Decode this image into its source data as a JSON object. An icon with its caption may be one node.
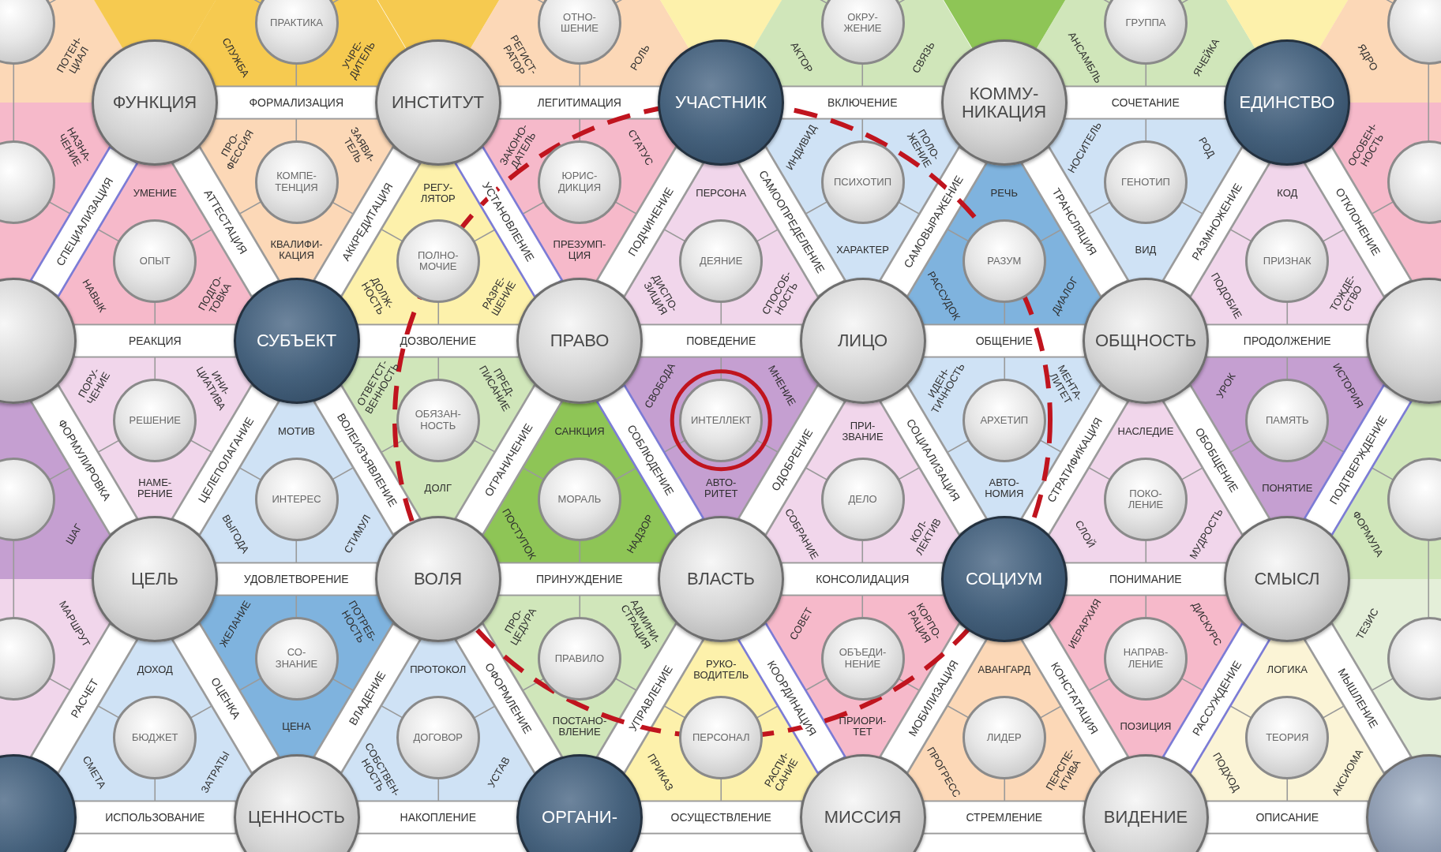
{
  "diagram": {
    "nodes": [
      {
        "text": [
          "ПОТЕН- ЦИАЛ"
        ]
      },
      {
        "text": [],
        "shape": "circle",
        "in": 0
      },
      {
        "text": [],
        "shape": "triangle"
      },
      {
        "text": [
          "СЛУЖБА",
          "УЧРЕ- ДИТЕЛЬ"
        ]
      },
      {
        "text": [
          "ПРАКТИКА"
        ],
        "in": 3
      },
      {
        "text": [],
        "shape": "triangle"
      },
      {
        "text": [
          "РЕГИСТ- РАТОР",
          "РОЛЬ"
        ]
      },
      {
        "text": [
          "ОТНО- ШЕНИЕ"
        ],
        "in": 6
      },
      {
        "text": [],
        "shape": "triangle"
      },
      {
        "text": [
          "АКТОР",
          "СВЯЗЬ"
        ]
      },
      {
        "text": [
          "ОКРУ- ЖЕНИЕ"
        ],
        "in": 9
      },
      {
        "text": [],
        "shape": "triangle"
      },
      {
        "text": [
          "АНСАМБЛЬ",
          "ЯЧЕЙКА"
        ]
      },
      {
        "text": [
          "ГРУППА"
        ],
        "in": 12
      },
      {
        "text": [],
        "shape": "triangle"
      },
      {
        "text": [
          "ЯДРО"
        ]
      },
      {
        "text": [],
        "shape": "circle",
        "in": 15
      },
      {
        "text": [
          "ФУНКЦИЯ"
        ]
      },
      {
        "text": [
          "ИНСТИТУТ"
        ]
      },
      {
        "text": [
          "УЧАСТНИК"
        ]
      },
      {
        "text": [
          "КОММУ- НИКАЦИЯ"
        ]
      },
      {
        "text": [
          "ЕДИНСТВО"
        ]
      },
      {
        "text": [
          "НАЗНА- ЧЕНИЕ"
        ]
      },
      {
        "text": [],
        "shape": "circle",
        "in": 22
      },
      {
        "text": [
          "УМЕНИЕ",
          "НАВЫК",
          "ПОДГО- ТОВКА"
        ]
      },
      {
        "text": [
          "ОПЫТ"
        ],
        "in": 24
      },
      {
        "text": [
          "ПРО- ФЕССИЯ",
          "ЗАЯВИ- ТЕЛЬ",
          "КВАЛИФИ- КАЦИЯ"
        ]
      },
      {
        "text": [
          "КОМПЕ- ТЕНЦИЯ"
        ],
        "in": 26
      },
      {
        "text": [
          "РЕГУ- ЛЯТОР",
          "ДОЛЖ- НОСТЬ",
          "РАЗРЕ- ШЕНИЕ"
        ]
      },
      {
        "text": [
          "ПОЛНО- МОЧИЕ"
        ],
        "in": 28
      },
      {
        "text": [
          "ЗАКОНО- ДАТЕЛЬ",
          "СТАТУС",
          "ПРЕЗУМП- ЦИЯ"
        ]
      },
      {
        "text": [
          "ЮРИС- ДИКЦИЯ"
        ],
        "in": 30
      },
      {
        "text": [
          "ПЕРСОНА",
          "ДИСПО- ЗИЦИЯ",
          "СПОСОБ- НОСТЬ"
        ]
      },
      {
        "text": [
          "ДЕЯНИЕ"
        ],
        "in": 32
      },
      {
        "text": [
          "ИНДИВИД",
          "ПОЛО- ЖЕНИЕ",
          "ХАРАКТЕР"
        ]
      },
      {
        "text": [
          "ПСИХОТИП"
        ],
        "in": 34
      },
      {
        "text": [
          "РЕЧЬ",
          "РАССУДОК",
          "ДИАЛОГ"
        ]
      },
      {
        "text": [
          "РАЗУМ"
        ],
        "in": 36
      },
      {
        "text": [
          "НОСИТЕЛЬ",
          "РОД",
          "ВИД"
        ]
      },
      {
        "text": [
          "ГЕНОТИП"
        ],
        "in": 38
      },
      {
        "text": [
          "КОД",
          "ПОДОБИЕ",
          "ТОЖДЕ- СТВО"
        ]
      },
      {
        "text": [
          "ПРИЗНАК"
        ],
        "in": 40
      },
      {
        "text": [
          "ОСОБЕН- НОСТЬ"
        ]
      },
      {
        "text": [],
        "shape": "circle",
        "in": 42
      },
      {
        "text": [],
        "shape": "circle"
      },
      {
        "text": [
          "СУБЪЕКТ"
        ]
      },
      {
        "text": [
          "ПРАВО"
        ]
      },
      {
        "text": [
          "ЛИЦО"
        ]
      },
      {
        "text": [
          "ОБЩНОСТЬ"
        ]
      },
      {
        "text": [],
        "shape": "circle"
      },
      {
        "text": [
          "ШАГ"
        ]
      },
      {
        "text": [],
        "shape": "circle",
        "in": 50
      },
      {
        "text": [
          "ПОРУ- ЧЕНИЕ",
          "ИНИ- ЦИАТИВА",
          "НАМЕ- РЕНИЕ"
        ]
      },
      {
        "text": [
          "РЕШЕНИЕ"
        ],
        "in": 52
      },
      {
        "text": [
          "МОТИВ",
          "ВЫГОДА",
          "СТИМУЛ"
        ]
      },
      {
        "text": [
          "ИНТЕРЕС"
        ],
        "in": 54
      },
      {
        "text": [
          "ОТВЕТСТ- ВЕННОСТЬ",
          "ПРЕД- ПИСАНИЕ",
          "ДОЛГ"
        ]
      },
      {
        "text": [
          "ОБЯЗАН- НОСТЬ"
        ],
        "in": 56
      },
      {
        "text": [
          "САНКЦИЯ",
          "ПОСТУПОК",
          "НАДЗОР"
        ]
      },
      {
        "text": [
          "МОРАЛЬ"
        ],
        "in": 58
      },
      {
        "text": [
          "СВОБОДА",
          "МНЕНИЕ",
          "АВТО- РИТЕТ"
        ]
      },
      {
        "text": [
          "ИНТЕЛЛЕКТ"
        ],
        "in": 60
      },
      {
        "text": [
          "ПРИ- ЗВАНИЕ",
          "СОБРАНИЕ",
          "КОЛ- ЛЕКТИВ"
        ]
      },
      {
        "text": [
          "ДЕЛО"
        ],
        "in": 62
      },
      {
        "text": [
          "ИДЕН- ТИЧНОСТЬ",
          "МЕНТА- ЛИТЕТ",
          "АВТО- НОМИЯ"
        ]
      },
      {
        "text": [
          "АРХЕТИП"
        ],
        "in": 64
      },
      {
        "text": [
          "НАСЛЕДИЕ",
          "СЛОЙ",
          "МУДРОСТЬ"
        ]
      },
      {
        "text": [
          "ПОКО- ЛЕНИЕ"
        ],
        "in": 66
      },
      {
        "text": [
          "УРОК",
          "ИСТОРИЯ",
          "ПОНЯТИЕ"
        ]
      },
      {
        "text": [
          "ПАМЯТЬ"
        ],
        "in": 68
      },
      {
        "text": [
          "ФОРМУЛА"
        ]
      },
      {
        "text": [],
        "shape": "circle",
        "in": 70
      },
      {
        "text": [
          "ЦЕЛЬ"
        ]
      },
      {
        "text": [
          "ВОЛЯ"
        ]
      },
      {
        "text": [
          "ВЛАСТЬ"
        ]
      },
      {
        "text": [
          "СОЦИУМ"
        ]
      },
      {
        "text": [
          "СМЫСЛ"
        ]
      },
      {
        "text": [
          "МАРШРУТ"
        ]
      },
      {
        "text": [],
        "shape": "circle",
        "in": 77
      },
      {
        "text": [
          "ДОХОД",
          "СМЕТА",
          "ЗАТРАТЫ"
        ]
      },
      {
        "text": [
          "БЮДЖЕТ"
        ],
        "in": 79
      },
      {
        "text": [
          "ЖЕЛАНИЕ",
          "ПОТРЕБ- НОСТЬ",
          "ЦЕНА"
        ]
      },
      {
        "text": [
          "СО- ЗНАНИЕ"
        ],
        "in": 81
      },
      {
        "text": [
          "ПРОТОКОЛ",
          "СОБСТВЕН- НОСТЬ",
          "УСТАВ"
        ]
      },
      {
        "text": [
          "ДОГОВОР"
        ],
        "in": 83
      },
      {
        "text": [
          "ПРО- ЦЕДУРА",
          "АДМИНИ- СТРАЦИЯ",
          "ПОСТАНО- ВЛЕНИЕ"
        ]
      },
      {
        "text": [
          "ПРАВИЛО"
        ],
        "in": 85
      },
      {
        "text": [
          "РУКО- ВОДИТЕЛЬ",
          "ПРИКАЗ",
          "РАСПИ- САНИЕ"
        ]
      },
      {
        "text": [
          "ПЕРСОНАЛ"
        ],
        "in": 87
      },
      {
        "text": [
          "СОВЕТ",
          "КОРПО- РАЦИЯ",
          "ПРИОРИ- ТЕТ"
        ]
      },
      {
        "text": [
          "ОБЪЕДИ- НЕНИЕ"
        ],
        "in": 89
      },
      {
        "text": [
          "АВАНГАРД",
          "ПРОГРЕСС",
          "ПЕРСПЕ- КТИВА"
        ]
      },
      {
        "text": [
          "ЛИДЕР"
        ],
        "in": 91
      },
      {
        "text": [
          "ИЕРАРХИЯ",
          "ДИСКУРС",
          "ПОЗИЦИЯ"
        ]
      },
      {
        "text": [
          "НАПРАВ- ЛЕНИЕ"
        ],
        "in": 93
      },
      {
        "text": [
          "ЛОГИКА",
          "ПОДХОД",
          "АКСИОМА"
        ]
      },
      {
        "text": [
          "ТЕОРИЯ"
        ],
        "in": 95
      },
      {
        "text": [
          "ТЕЗИС"
        ]
      },
      {
        "text": [],
        "shape": "circle",
        "in": 97
      },
      {
        "text": [],
        "shape": "circle"
      },
      {
        "text": [
          "ЦЕННОСТЬ"
        ]
      },
      {
        "text": [
          "ОРГАНИ-"
        ]
      },
      {
        "text": [
          "МИССИЯ"
        ]
      },
      {
        "text": [
          "ВИДЕНИЕ"
        ]
      },
      {
        "text": [],
        "shape": "circle"
      }
    ],
    "edges": [
      {
        "from": 17,
        "to": 18,
        "arrow": "none",
        "label": "ФОРМАЛИЗАЦИЯ"
      },
      {
        "from": 18,
        "to": 19,
        "arrow": "none",
        "label": "ЛЕГИТИМАЦИЯ"
      },
      {
        "from": 19,
        "to": 20,
        "arrow": "none",
        "label": "ВКЛЮЧЕНИЕ"
      },
      {
        "from": 20,
        "to": 21,
        "arrow": "none",
        "label": "СОЧЕТАНИЕ"
      },
      {
        "from": 44,
        "to": 45,
        "arrow": "none",
        "label": "РЕАКЦИЯ"
      },
      {
        "from": 45,
        "to": 46,
        "arrow": "none",
        "label": "ДОЗВОЛЕНИЕ"
      },
      {
        "from": 46,
        "to": 47,
        "arrow": "none",
        "label": "ПОВЕДЕНИЕ"
      },
      {
        "from": 47,
        "to": 48,
        "arrow": "none",
        "label": "ОБЩЕНИЕ"
      },
      {
        "from": 48,
        "to": 49,
        "arrow": "none",
        "label": "ПРОДОЛЖЕНИЕ"
      },
      {
        "from": 17,
        "to": 44,
        "arrow": "none",
        "label": "СПЕЦИАЛИЗАЦИЯ",
        "color": "#7b7bd6"
      },
      {
        "from": 17,
        "to": 45,
        "arrow": "none",
        "label": "АТТЕСТАЦИЯ"
      },
      {
        "from": 18,
        "to": 45,
        "arrow": "none",
        "label": "АККРЕДИТАЦИЯ"
      },
      {
        "from": 18,
        "to": 46,
        "arrow": "none",
        "label": "УСТАНОВЛЕНИЕ",
        "color": "#7b7bd6"
      },
      {
        "from": 19,
        "to": 46,
        "arrow": "none",
        "label": "ПОДЧИНЕНИЕ"
      },
      {
        "from": 19,
        "to": 47,
        "arrow": "none",
        "label": "САМООПРЕДЕЛЕНИЕ"
      },
      {
        "from": 20,
        "to": 47,
        "arrow": "none",
        "label": "САМОВЫРАЖЕНИЕ"
      },
      {
        "from": 20,
        "to": 48,
        "arrow": "none",
        "label": "ТРАНСЛЯЦИЯ"
      },
      {
        "from": 21,
        "to": 48,
        "arrow": "none",
        "label": "РАЗМНОЖЕНИЕ"
      },
      {
        "from": 21,
        "to": 49,
        "arrow": "none",
        "label": "ОТКЛОНЕНИЕ"
      },
      {
        "from": 44,
        "to": 72,
        "arrow": "none",
        "label": "ФОРМУЛИРОВКА"
      },
      {
        "from": 45,
        "to": 72,
        "arrow": "none",
        "label": "ЦЕЛЕПОЛАГАНИЕ"
      },
      {
        "from": 45,
        "to": 73,
        "arrow": "none",
        "label": "ВОЛЕИЗЪЯВЛЕНИЕ"
      },
      {
        "from": 46,
        "to": 73,
        "arrow": "none",
        "label": "ОГРАНИЧЕНИЕ"
      },
      {
        "from": 46,
        "to": 74,
        "arrow": "none",
        "label": "СОБЛЮДЕНИЕ",
        "color": "#7b7bd6"
      },
      {
        "from": 47,
        "to": 74,
        "arrow": "none",
        "label": "ОДОБРЕНИЕ"
      },
      {
        "from": 47,
        "to": 75,
        "arrow": "none",
        "label": "СОЦИАЛИЗАЦИЯ"
      },
      {
        "from": 48,
        "to": 75,
        "arrow": "none",
        "label": "СТРАТИФИКАЦИЯ"
      },
      {
        "from": 48,
        "to": 76,
        "arrow": "none",
        "label": "ОБОБЩЕНИЕ"
      },
      {
        "from": 49,
        "to": 76,
        "arrow": "none",
        "label": "ПОДТВЕРЖДЕНИЕ",
        "color": "#7b7bd6"
      },
      {
        "from": 72,
        "to": 73,
        "arrow": "none",
        "label": "УДОВЛЕТВОРЕНИЕ"
      },
      {
        "from": 73,
        "to": 74,
        "arrow": "none",
        "label": "ПРИНУЖДЕНИЕ"
      },
      {
        "from": 74,
        "to": 75,
        "arrow": "none",
        "label": "КОНСОЛИДАЦИЯ"
      },
      {
        "from": 75,
        "to": 76,
        "arrow": "none",
        "label": "ПОНИМАНИЕ"
      },
      {
        "from": 72,
        "to": 99,
        "arrow": "none",
        "label": "РАСЧЕТ"
      },
      {
        "from": 72,
        "to": 100,
        "arrow": "none",
        "label": "ОЦЕНКА"
      },
      {
        "from": 73,
        "to": 100,
        "arrow": "none",
        "label": "ВЛАДЕНИЕ"
      },
      {
        "from": 73,
        "to": 101,
        "arrow": "none",
        "label": "ОФОРМЛЕНИЕ"
      },
      {
        "from": 74,
        "to": 101,
        "arrow": "none",
        "label": "УПРАВЛЕНИЕ"
      },
      {
        "from": 74,
        "to": 102,
        "arrow": "none",
        "label": "КООРДИНАЦИЯ",
        "color": "#7b7bd6"
      },
      {
        "from": 75,
        "to": 102,
        "arrow": "none",
        "label": "МОБИЛИЗАЦИЯ"
      },
      {
        "from": 75,
        "to": 103,
        "arrow": "none",
        "label": "КОНСТАТАЦИЯ"
      },
      {
        "from": 76,
        "to": 103,
        "arrow": "none",
        "label": "РАССУЖДЕНИЕ",
        "color": "#7b7bd6"
      },
      {
        "from": 76,
        "to": 104,
        "arrow": "none",
        "label": "МЫШЛЕНИЕ"
      },
      {
        "from": 99,
        "to": 100,
        "arrow": "none",
        "label": "ИСПОЛЬЗОВАНИЕ"
      },
      {
        "from": 100,
        "to": 101,
        "arrow": "none",
        "label": "НАКОПЛЕНИЕ"
      },
      {
        "from": 101,
        "to": 102,
        "arrow": "none",
        "label": "ОСУЩЕСТВЛЕНИЕ"
      },
      {
        "from": 102,
        "to": 103,
        "arrow": "none",
        "label": "СТРЕМЛЕНИЕ"
      },
      {
        "from": 103,
        "to": 104,
        "arrow": "none",
        "label": "ОПИСАНИЕ"
      }
    ]
  }
}
